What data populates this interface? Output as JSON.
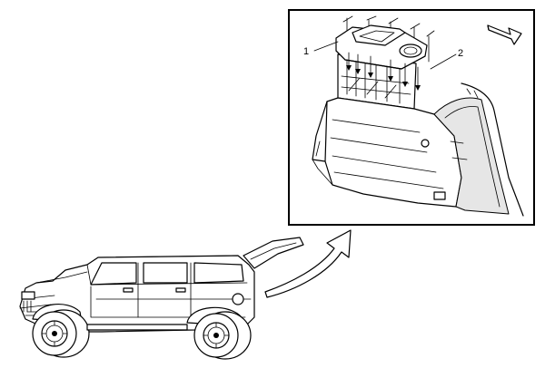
{
  "diagram": {
    "callouts": [
      {
        "id": "1",
        "label": "1"
      },
      {
        "id": "2",
        "label": "2"
      }
    ],
    "icons": {
      "view_direction": "view-direction-arrow-icon",
      "zoom_pointer": "curved-pointer-arrow-icon",
      "vehicle": "suv-vehicle-illustration"
    },
    "colors": {
      "line": "#000000",
      "background": "#ffffff",
      "shade": "#e6e6e6"
    }
  }
}
